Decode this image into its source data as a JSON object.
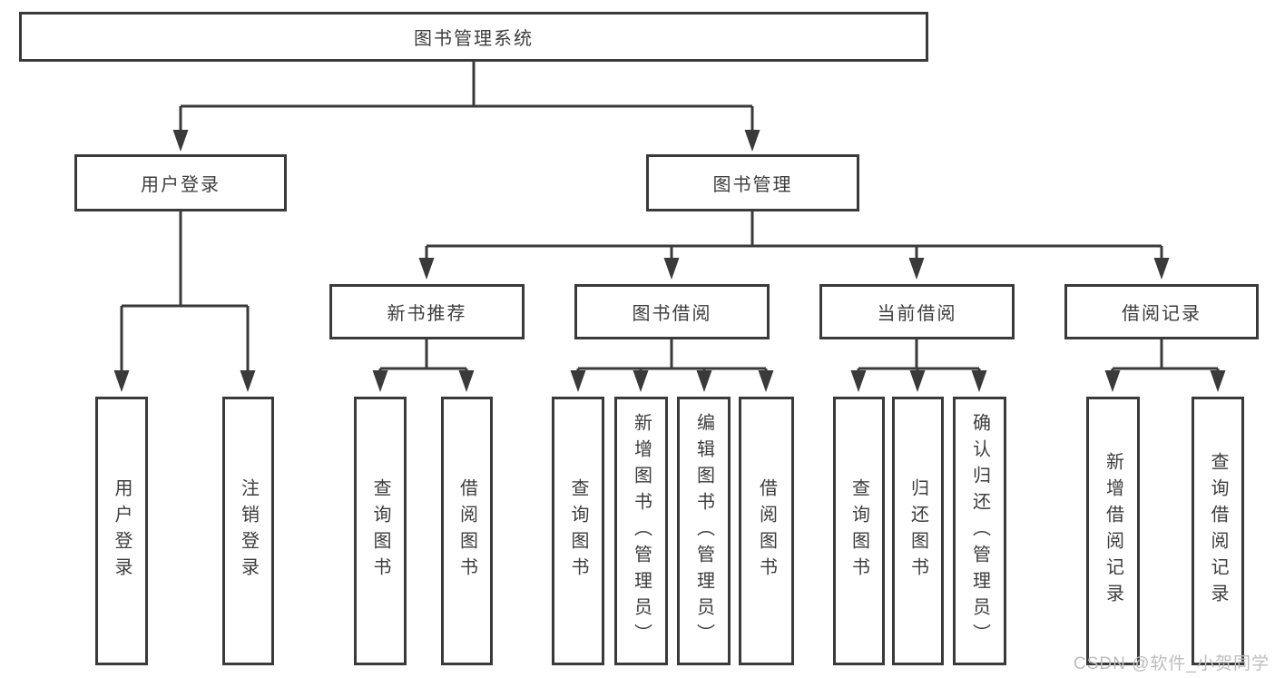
{
  "diagram": {
    "root": {
      "label": "图书管理系统"
    },
    "level2": [
      {
        "label": "用户登录"
      },
      {
        "label": "图书管理"
      }
    ],
    "level3": [
      {
        "label": "新书推荐"
      },
      {
        "label": "图书借阅"
      },
      {
        "label": "当前借阅"
      },
      {
        "label": "借阅记录"
      }
    ],
    "leaves": {
      "login": [
        {
          "label": "用户登录"
        },
        {
          "label": "注销登录"
        }
      ],
      "recommend": [
        {
          "label": "查询图书"
        },
        {
          "label": "借阅图书"
        }
      ],
      "borrow": [
        {
          "label": "查询图书"
        },
        {
          "label": "新增图书（管理员）"
        },
        {
          "label": "编辑图书（管理员）"
        },
        {
          "label": "借阅图书"
        }
      ],
      "current": [
        {
          "label": "查询图书"
        },
        {
          "label": "归还图书"
        },
        {
          "label": "确认归还（管理员）"
        }
      ],
      "records": [
        {
          "label": "新增借阅记录"
        },
        {
          "label": "查询借阅记录"
        }
      ]
    }
  },
  "watermark": {
    "text": "CSDN @软件_小贺同学"
  },
  "colors": {
    "line": "#3a3a3a",
    "box_border": "#3a3a3a",
    "text": "#3d3d3d",
    "background": "#ffffff",
    "watermark": "#bdbdbd"
  }
}
